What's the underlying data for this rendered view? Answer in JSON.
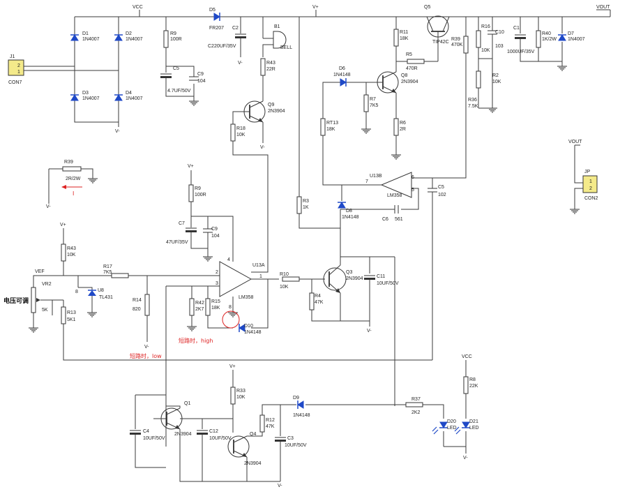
{
  "nets": {
    "vcc": "VCC",
    "vplus": "V+",
    "vout": "VOUT",
    "vminus": "V-",
    "vef": "VEF"
  },
  "bridge": [
    {
      "ref": "D1",
      "val": "1N4007"
    },
    {
      "ref": "D2",
      "val": "1N4007"
    },
    {
      "ref": "D3",
      "val": "1N4007"
    },
    {
      "ref": "D4",
      "val": "1N4007"
    }
  ],
  "connectors": {
    "j1": {
      "ref": "J1",
      "val": "CON7",
      "pins": [
        "2",
        "1"
      ]
    },
    "jp": {
      "ref": "JP",
      "val": "CON2",
      "pins": [
        "1",
        "2"
      ]
    }
  },
  "parts": {
    "r9a": {
      "ref": "R9",
      "val": "100R"
    },
    "c5": {
      "ref": "C5",
      "val": "4.7UF/50V"
    },
    "c9a": {
      "ref": "C9",
      "val": "104"
    },
    "d5": {
      "ref": "D5",
      "val": "FR207"
    },
    "c2": {
      "ref": "C2",
      "val": "C220UF/35V"
    },
    "b1": {
      "ref": "B1",
      "val": "BELL"
    },
    "r43a": {
      "ref": "R43",
      "val": "22R"
    },
    "q9": {
      "ref": "Q9",
      "val": "2N3904"
    },
    "r18": {
      "ref": "R18",
      "val": "10K"
    },
    "r11": {
      "ref": "R11",
      "val": "18K"
    },
    "q5": {
      "ref": "Q5",
      "val": "TIP42C"
    },
    "r5": {
      "ref": "R5",
      "val": "470R"
    },
    "q8": {
      "ref": "Q8",
      "val": "2N3904"
    },
    "d6": {
      "ref": "D6",
      "val": "1N4148"
    },
    "r7": {
      "ref": "R7",
      "val": "7K5"
    },
    "r6": {
      "ref": "R6",
      "val": "2R"
    },
    "rt13": {
      "ref": "RT13",
      "val": "18K"
    },
    "r39a": {
      "ref": "R39",
      "val": "470K"
    },
    "r16": {
      "ref": "R16",
      "val": "10K"
    },
    "c10": {
      "ref": "C10",
      "val": "103"
    },
    "r2": {
      "ref": "R2",
      "val": "10K"
    },
    "r36": {
      "ref": "R36",
      "val": "7.5K"
    },
    "c1": {
      "ref": "C1",
      "val": "1000UF/35V"
    },
    "r40": {
      "ref": "R40",
      "val": "1K/2W"
    },
    "d7": {
      "ref": "D7",
      "val": "1N4007"
    },
    "r39b": {
      "ref": "R39",
      "val": "2R/2W"
    },
    "r9b": {
      "ref": "R9",
      "val": "100R"
    },
    "c7": {
      "ref": "C7",
      "val": "47UF/35V"
    },
    "c9b": {
      "ref": "C9",
      "val": "104"
    },
    "u13b": {
      "ref": "U13B",
      "val": "LM358",
      "pins": [
        "7",
        "6",
        "5"
      ]
    },
    "c5b": {
      "ref": "C5",
      "val": "102"
    },
    "r3": {
      "ref": "R3",
      "val": "1K"
    },
    "d8": {
      "ref": "D8",
      "val": "1N4148"
    },
    "c6": {
      "ref": "C6",
      "val": "561"
    },
    "r43b": {
      "ref": "R43",
      "val": "10K"
    },
    "vr2": {
      "ref": "VR2",
      "val": "5K"
    },
    "r17": {
      "ref": "R17",
      "val": "7K5"
    },
    "u8": {
      "ref": "U8",
      "val": "TL431",
      "pin": "8"
    },
    "r14": {
      "ref": "R14",
      "val": "820"
    },
    "r13": {
      "ref": "R13",
      "val": "5K1"
    },
    "u13a": {
      "ref": "U13A",
      "val": "LM358",
      "pins": [
        "2",
        "3",
        "1",
        "4",
        "8"
      ]
    },
    "r42": {
      "ref": "R42",
      "val": "2K7"
    },
    "r15": {
      "ref": "R15",
      "val": "18K"
    },
    "d10": {
      "ref": "D10",
      "val": "1N4148"
    },
    "r10": {
      "ref": "R10",
      "val": "10K"
    },
    "q3": {
      "ref": "Q3",
      "val": "2N3904"
    },
    "r4": {
      "ref": "R4",
      "val": "47K"
    },
    "c11": {
      "ref": "C11",
      "val": "10UF/50V"
    },
    "q1": {
      "ref": "Q1",
      "val": "2N3904"
    },
    "c4": {
      "ref": "C4",
      "val": "10UF/50V"
    },
    "c12": {
      "ref": "C12",
      "val": "10UF/50V"
    },
    "r33": {
      "ref": "R33",
      "val": "10K"
    },
    "q4": {
      "ref": "Q4",
      "val": "2N3904"
    },
    "r12": {
      "ref": "R12",
      "val": "47K"
    },
    "c3": {
      "ref": "C3",
      "val": "10UF/50V"
    },
    "d9": {
      "ref": "D9",
      "val": "1N4148"
    },
    "r37": {
      "ref": "R37",
      "val": "2K2"
    },
    "r8": {
      "ref": "R8",
      "val": "22K"
    },
    "d20": {
      "ref": "D20",
      "val": "LED"
    },
    "d21": {
      "ref": "D21",
      "val": "LED"
    }
  },
  "labels": {
    "adjust": "电压可调",
    "short_high": "短路时，high",
    "short_low": "短路时，low",
    "current": "I"
  }
}
